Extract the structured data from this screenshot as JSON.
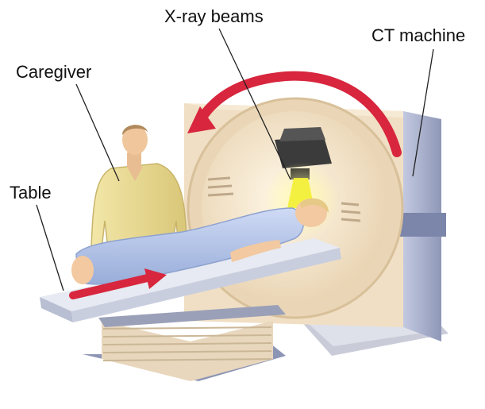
{
  "labels": {
    "xray_beams": "X-ray beams",
    "ct_machine": "CT machine",
    "caregiver": "Caregiver",
    "table": "Table"
  },
  "colors": {
    "gantry": "#efdcc0",
    "gantry_shadow": "#d9c2a0",
    "side_panel": "#a9b2cf",
    "arrow": "#d7263d",
    "beam": "#f3ef3a",
    "scrubs": "#eedf98",
    "sheet": "#b8c8ec",
    "skin": "#f2c9a0"
  }
}
